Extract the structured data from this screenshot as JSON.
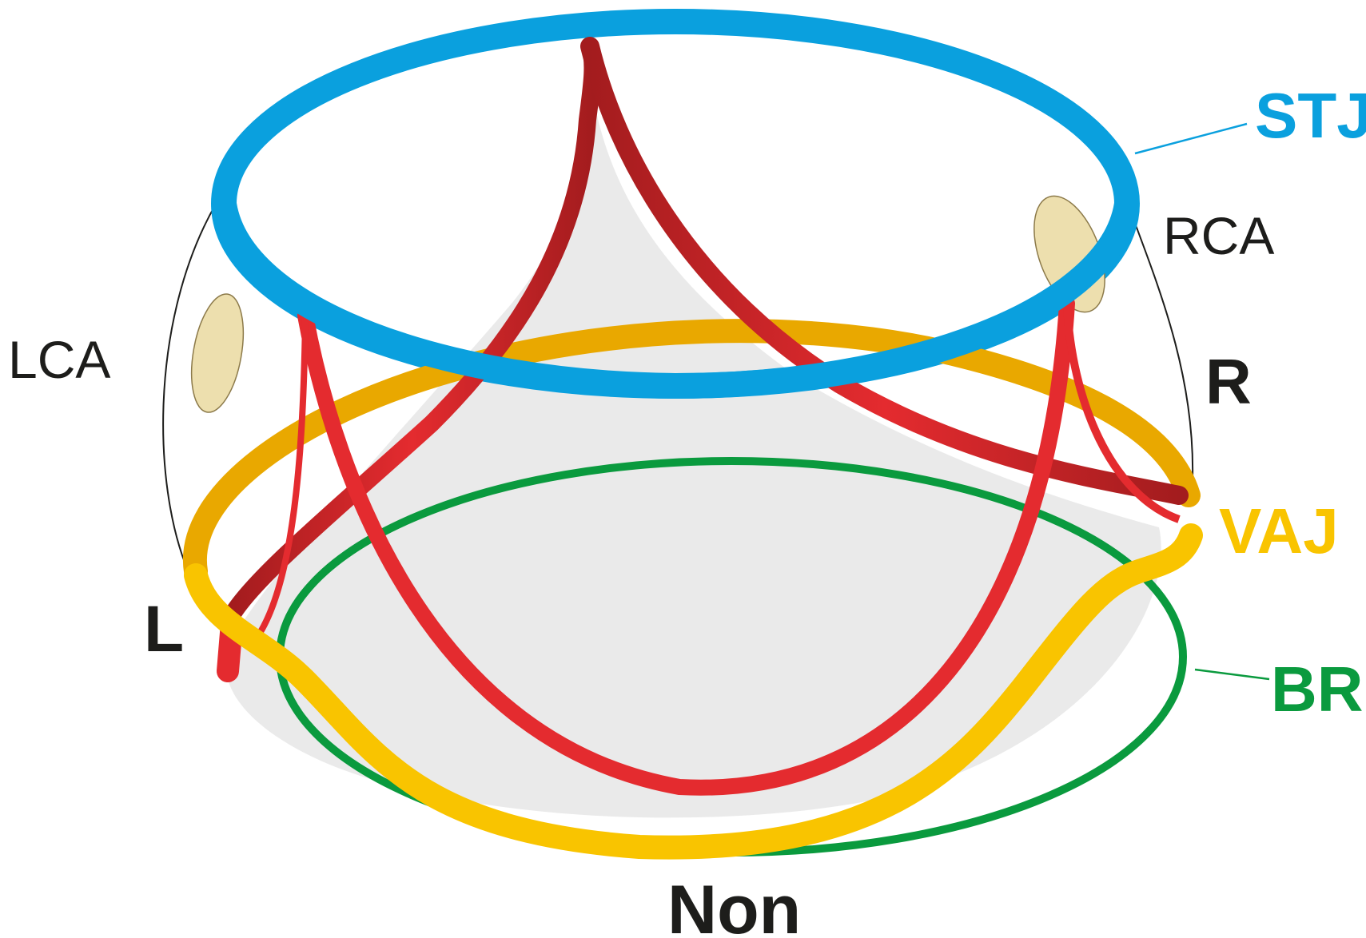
{
  "labels": {
    "stj": "STJ",
    "rca": "RCA",
    "lca": "LCA",
    "r": "R",
    "l": "L",
    "vaj": "VAJ",
    "br": "BR",
    "non": "Non"
  },
  "colors": {
    "stj": "#0aa0de",
    "vaj": "#f9c400",
    "vaj_dark": "#e6a700",
    "br": "#0a9a3e",
    "leaflet": "#e42b2f",
    "leaflet_dark": "#a71c1e",
    "ostium": "#eddfae",
    "text": "#1d1d1b"
  },
  "icons": {
    "coronary_ostium": "oval-ostium-icon"
  }
}
